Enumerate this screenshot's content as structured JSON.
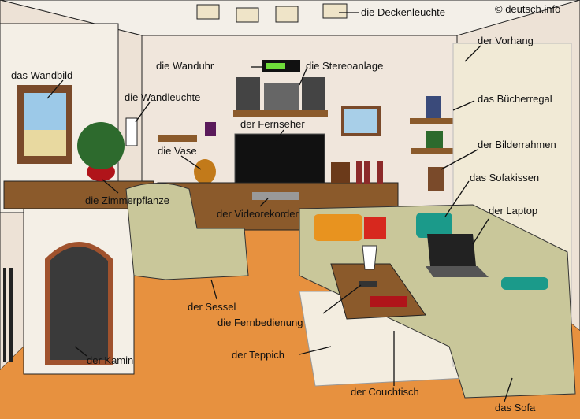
{
  "copyright": "© deutsch.info",
  "labels": {
    "ceiling_light": "die Deckenleuchte",
    "curtain": "der Vorhang",
    "wall_picture": "das Wandbild",
    "wall_clock": "die Wanduhr",
    "stereo": "die Stereoanlage",
    "wall_lamp": "die Wandleuchte",
    "bookshelf": "das Bücherregal",
    "tv": "der Fernseher",
    "vase": "die Vase",
    "picture_frame": "der Bilderrahmen",
    "cushion": "das Sofakissen",
    "house_plant": "die Zimmerpflanze",
    "vcr": "der Videorekorder",
    "laptop": "der Laptop",
    "armchair": "der Sessel",
    "remote": "die Fernbedienung",
    "fireplace": "der Kamin",
    "rug": "der Teppich",
    "coffee_table": "der Couchtisch",
    "sofa": "das Sofa"
  }
}
